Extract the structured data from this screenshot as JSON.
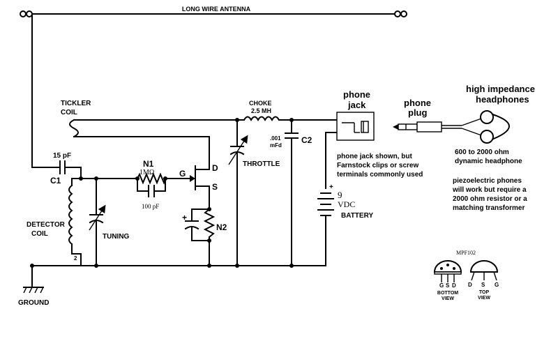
{
  "labels": {
    "antenna": "LONG WIRE ANTENNA",
    "tickler": "TICKLER",
    "tickler_coil": "COIL",
    "cap_15pf": "15 pF",
    "c1": "C1",
    "n1": "N1",
    "res_1m": "1MΩ",
    "cap_100pf": "100 pF",
    "gate": "G",
    "drain": "D",
    "source": "S",
    "n2": "N2",
    "choke": "CHOKE",
    "choke_value": "2.5 MH",
    "c2_value_1": ".001",
    "c2_value_2": "mFd",
    "c2": "C2",
    "throttle": "THROTTLE",
    "detector": "DETECTOR",
    "detector_coil": "COIL",
    "tap": "2",
    "tuning": "TUNING",
    "ground": "GROUND",
    "plus_n2": "+",
    "plus_batt": "+",
    "batt_9": "9",
    "batt_vdc": "VDC",
    "battery": "BATTERY"
  },
  "notes": {
    "jack_title_1": "phone",
    "jack_title_2": "jack",
    "plug_title_1": "phone",
    "plug_title_2": "plug",
    "hp_title_1": "high impedance",
    "hp_title_2": "headphones",
    "jack_note": [
      "phone jack shown, but",
      "Farnstock clips or screw",
      "terminals commonly used"
    ],
    "hp_note": [
      "600 to 2000 ohm",
      "dynamic headphone"
    ],
    "piezo_note": [
      "piezoelectric phones",
      "will work but require a",
      "2000 ohm resistor or a",
      "matching transformer"
    ]
  },
  "pinout": {
    "part": "MPF102",
    "bottom_pins": [
      "G",
      "S",
      "D"
    ],
    "top_pins": [
      "D",
      "S",
      "G"
    ],
    "bottom_1": "BOTTOM",
    "bottom_2": "VIEW",
    "top_1": "TOP",
    "top_2": "VIEW"
  }
}
